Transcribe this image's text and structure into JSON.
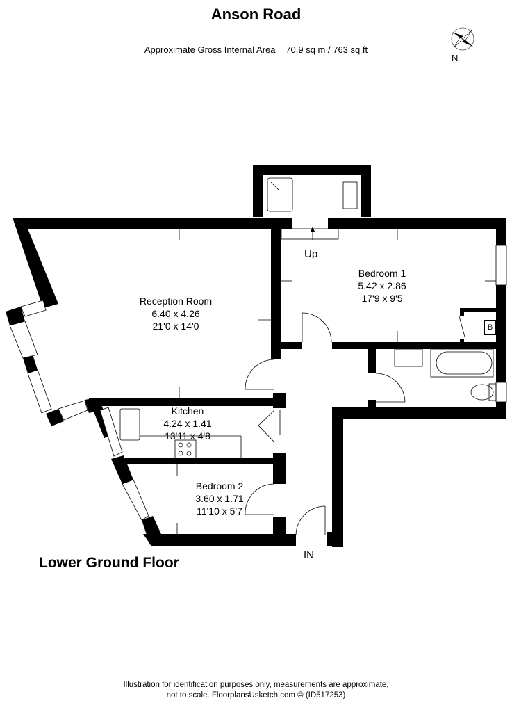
{
  "header": {
    "title": "Anson Road",
    "subtitle": "Approximate Gross Internal Area = 70.9 sq m / 763 sq ft"
  },
  "compass": {
    "icon": "compass-rose-icon",
    "north_label": "N"
  },
  "floor": {
    "name": "Lower Ground Floor"
  },
  "rooms": [
    {
      "name": "Reception Room",
      "metric": "6.40 x 4.26",
      "imperial": "21'0 x 14'0"
    },
    {
      "name": "Bedroom 1",
      "metric": "5.42 x 2.86",
      "imperial": "17'9 x 9'5"
    },
    {
      "name": "Kitchen",
      "metric": "4.24 x 1.41",
      "imperial": "13'11 x 4'8"
    },
    {
      "name": "Bedroom 2",
      "metric": "3.60 x 1.71",
      "imperial": "11'10 x 5'7"
    }
  ],
  "annotations": {
    "entrance": "IN",
    "stairs": "Up",
    "boiler": "B"
  },
  "footer": {
    "line1": "Illustration for identification purposes only, measurements are approximate,",
    "line2": "not to scale. FloorplansUsketch.com © (ID517253)"
  }
}
